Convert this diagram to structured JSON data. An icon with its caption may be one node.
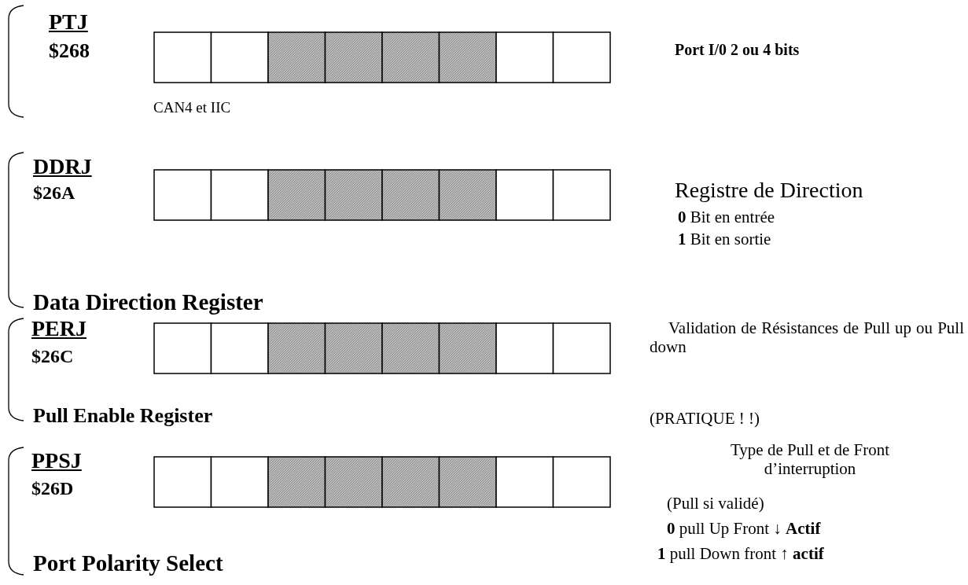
{
  "diagram": {
    "labels": [
      "PTJ",
      "$268",
      "Port I/0   2 ou 4 bits",
      "CAN4 et IIC",
      "DDRJ",
      "$26A",
      "Registre de Direction",
      "**0**    Bit en entrée",
      "**1**    Bit en sortie",
      "Data Direction Register",
      "PERJ",
      "$26C",
      "Validation de Résistances de Pull up ou Pull down",
      "Pull Enable Register",
      "(PRATIQUE ! !)",
      "PPSJ",
      "$26D",
      "Type de Pull et de Front d’interruption",
      "(Pull si validé)",
      "**0**   pull Up  Front ↓ **Actif**",
      "**1** pull Down   front ↑ **actif**",
      "Port Polarity Select"
    ]
  }
}
